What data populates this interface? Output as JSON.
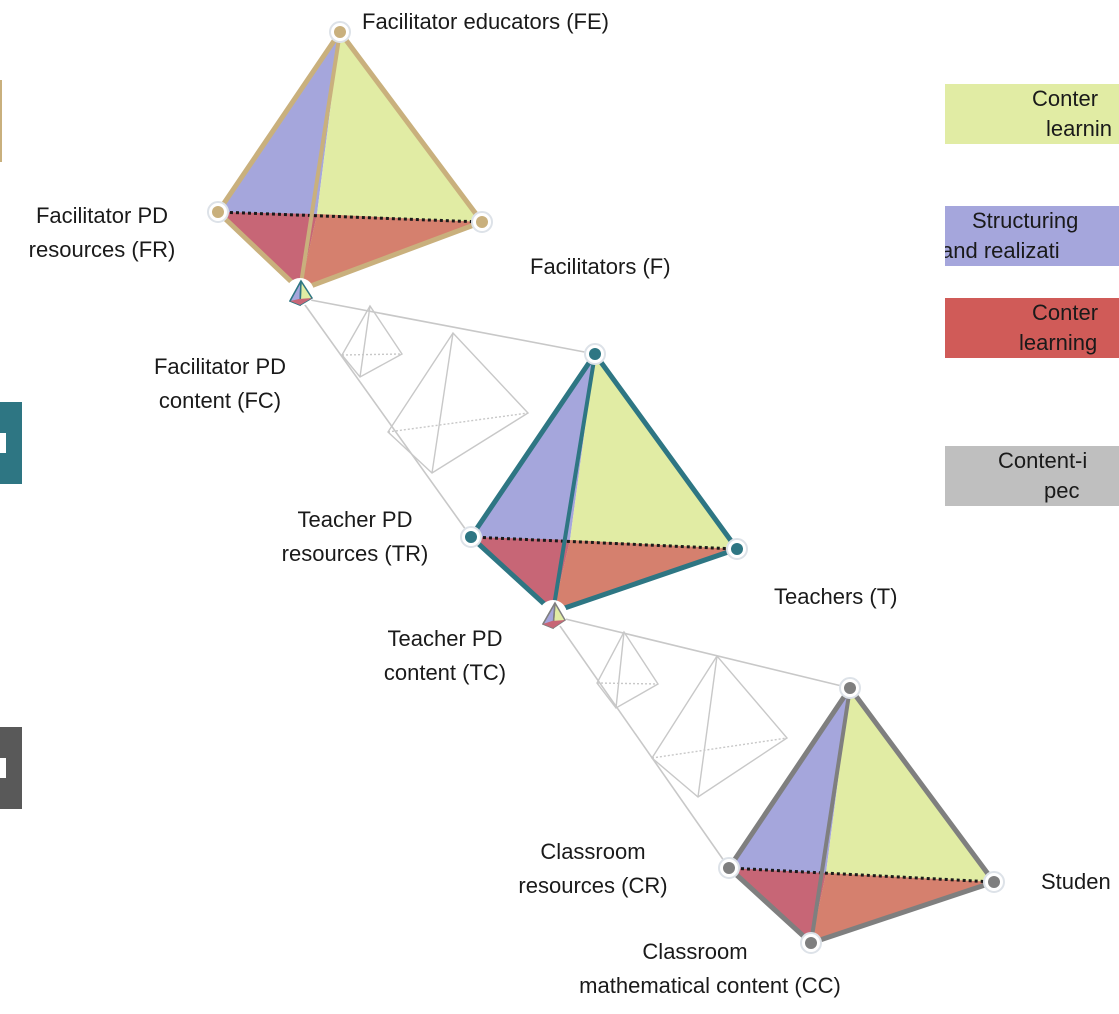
{
  "labels": {
    "fe": "Facilitator educators (FE)",
    "fr_1": "Facilitator PD",
    "fr_2": "resources (FR)",
    "f": "Facilitators (F)",
    "fc_1": "Facilitator PD",
    "fc_2": "content (FC)",
    "tr_1": "Teacher PD",
    "tr_2": "resources (TR)",
    "t": "Teachers (T)",
    "tc_1": "Teacher PD",
    "tc_2": "content (TC)",
    "cr_1": "Classroom",
    "cr_2": "resources (CR)",
    "s": "Studen",
    "cc_1": "Classroom",
    "cc_2": "mathematical content (CC)"
  },
  "legend": [
    {
      "line1": "Conter",
      "line2": "learnin",
      "color": "#e1eca4"
    },
    {
      "line1": "Structuring",
      "line2": "and realizati",
      "color": "#a5a6dc"
    },
    {
      "line1": "Conter",
      "line2": "learning",
      "color": "#d05b58"
    },
    {
      "line1": "Content-i",
      "line2": "pec",
      "color": "#bfbfbf"
    }
  ],
  "colors": {
    "facilitator_educator_level": "#c9b07d",
    "facilitator_level": "#2e7683",
    "teacher_level": "#7f7f7f",
    "face_content_learning": "#e1eca4",
    "face_structuring": "#a5a6dc",
    "face_content_pedagogy": "#c76676",
    "face_content_learning_bottom": "#d5806e"
  }
}
